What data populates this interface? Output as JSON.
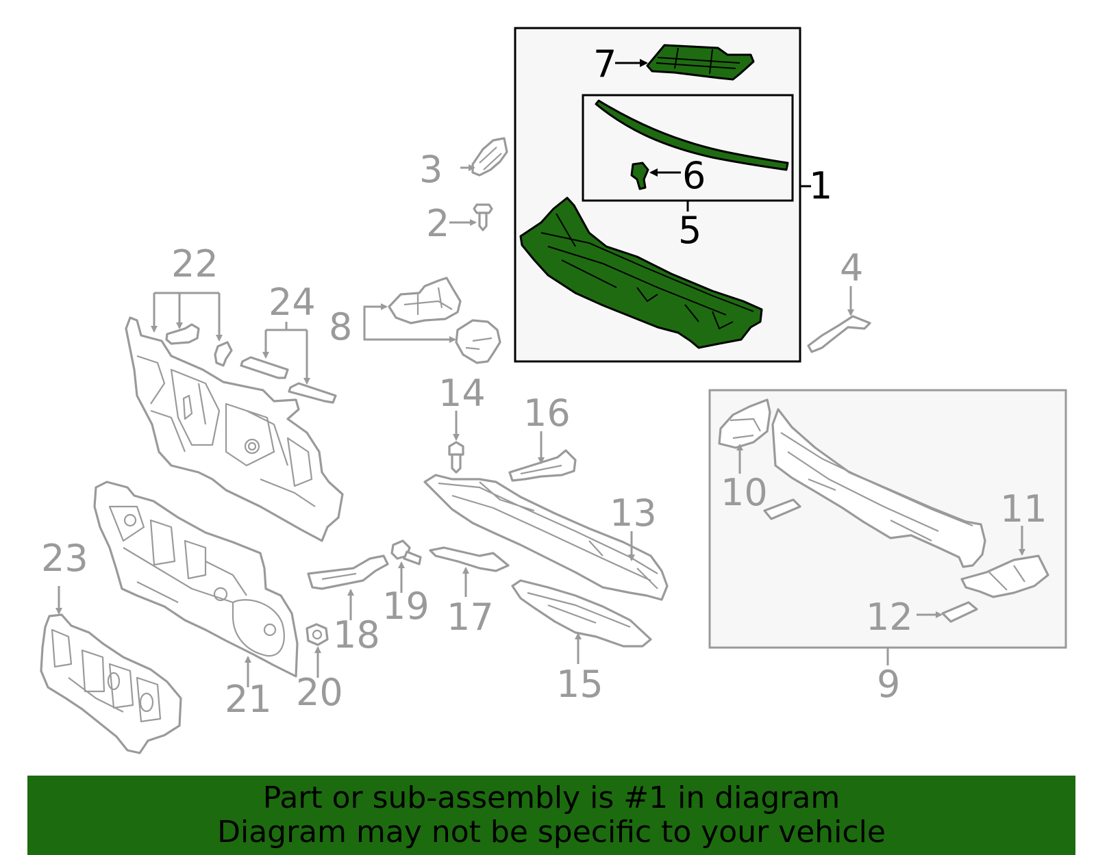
{
  "diagram": {
    "callouts": {
      "c1": "1",
      "c2": "2",
      "c3": "3",
      "c4": "4",
      "c5": "5",
      "c6": "6",
      "c7": "7",
      "c8": "8",
      "c9": "9",
      "c10": "10",
      "c11": "11",
      "c12": "12",
      "c13": "13",
      "c14": "14",
      "c15": "15",
      "c16": "16",
      "c17": "17",
      "c18": "18",
      "c19": "19",
      "c20": "20",
      "c21": "21",
      "c22": "22",
      "c23": "23",
      "c24": "24"
    },
    "highlight_color": "#1f6b12",
    "line_color": "#9a9a9a"
  },
  "banner": {
    "line1": "Part or sub-assembly is #1 in diagram",
    "line2": "Diagram may not be specific to your vehicle",
    "background": "#1c6b0f"
  }
}
